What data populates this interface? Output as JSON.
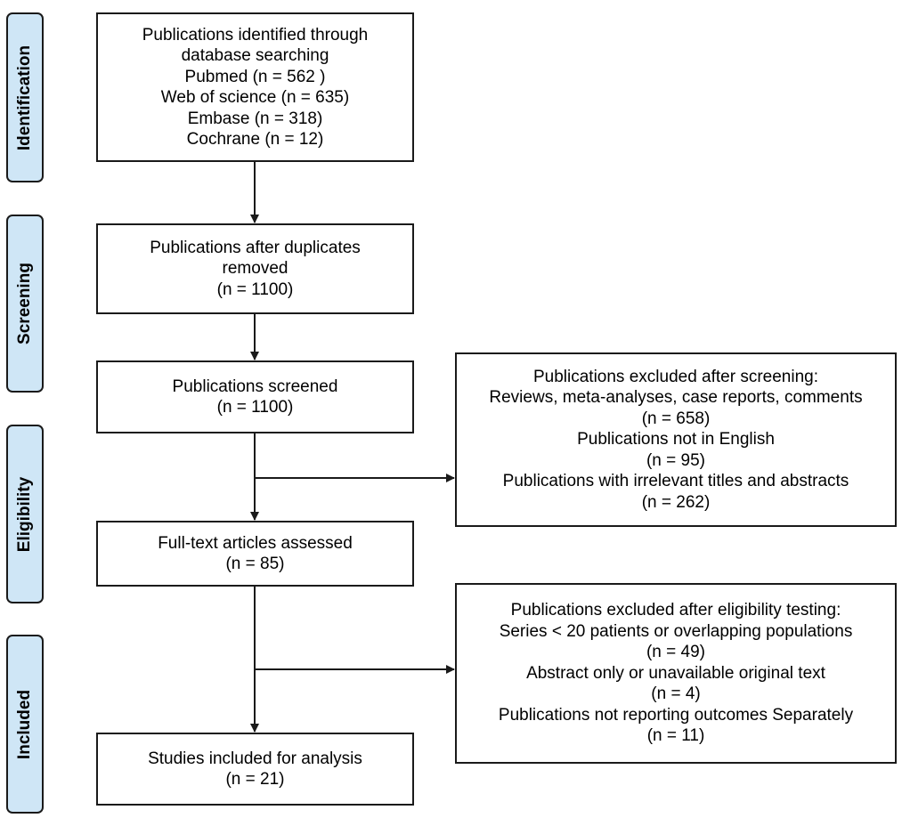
{
  "stages": [
    {
      "id": "identification",
      "label": "Identification"
    },
    {
      "id": "screening",
      "label": "Screening"
    },
    {
      "id": "eligibility",
      "label": "Eligibility"
    },
    {
      "id": "included",
      "label": "Included"
    }
  ],
  "boxes": {
    "identified": {
      "lines": [
        "Publications identified through",
        "database searching",
        "Pubmed (n = 562 )",
        "Web of science (n = 635)",
        "Embase (n = 318)",
        "Cochrane (n = 12)"
      ]
    },
    "duplicates_removed": {
      "lines": [
        "Publications after duplicates",
        "removed",
        "(n = 1100)"
      ]
    },
    "screened": {
      "lines": [
        "Publications screened",
        "(n = 1100)"
      ]
    },
    "excluded_screening": {
      "lines": [
        "Publications excluded after screening:",
        "Reviews, meta-analyses, case reports, comments",
        "(n = 658)",
        "Publications not in English",
        "(n = 95)",
        "Publications with irrelevant titles and abstracts",
        "(n = 262)"
      ]
    },
    "fulltext_assessed": {
      "lines": [
        "Full-text articles assessed",
        "(n = 85)"
      ]
    },
    "excluded_eligibility": {
      "lines": [
        "Publications excluded after eligibility testing:",
        "Series < 20 patients or overlapping populations",
        "(n = 49)",
        "Abstract only or unavailable original text",
        "(n = 4)",
        "Publications not reporting outcomes Separately",
        "(n = 11)"
      ]
    },
    "included": {
      "lines": [
        "Studies included for analysis",
        "(n = 21)"
      ]
    }
  }
}
